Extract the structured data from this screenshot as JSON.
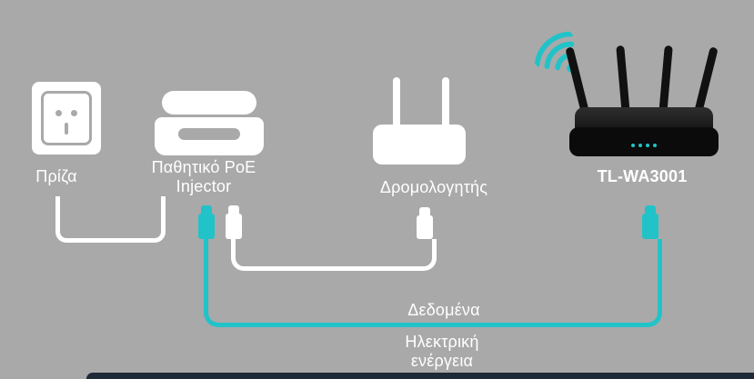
{
  "colors": {
    "background": "#a9a9a9",
    "accent": "#21c3c8",
    "device": "#ffffff",
    "access_point": "#111111",
    "footer_bar": "#1f2a38"
  },
  "devices": {
    "outlet": {
      "label": "Πρίζα"
    },
    "injector": {
      "label_line1": "Παθητικό PoE",
      "label_line2": "Injector"
    },
    "router": {
      "label": "Δρομολογητής"
    },
    "access_point": {
      "label": "TL-WA3001"
    }
  },
  "cable_labels": {
    "data": "Δεδομένα",
    "power_line1": "Ηλεκτρική",
    "power_line2": "ενέργεια"
  },
  "icons": {
    "wifi": "wifi-icon"
  }
}
